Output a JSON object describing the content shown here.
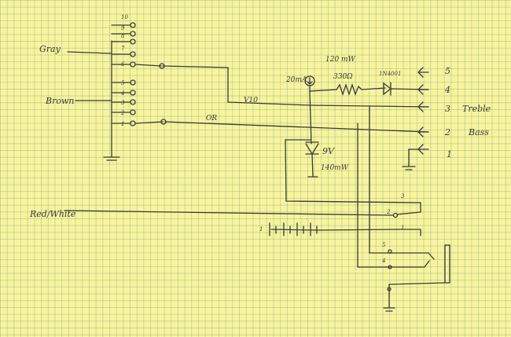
{
  "wires": {
    "gray": "Gray",
    "brown": "Brown",
    "red_white": "Red/White",
    "v10": "V10",
    "or": "OR"
  },
  "components": {
    "current_label": "20mA",
    "power_label": "120 mW",
    "resistor_label": "330Ω",
    "diode_label": "1N4001",
    "zener_voltage": "9V",
    "zener_power": "140mW"
  },
  "rotary_switch": {
    "positions": [
      "10",
      "9",
      "8",
      "7",
      "6",
      "5",
      "4",
      "3",
      "2",
      "1"
    ]
  },
  "outputs": [
    {
      "number": "5",
      "label": ""
    },
    {
      "number": "4",
      "label": ""
    },
    {
      "number": "3",
      "label": "Treble"
    },
    {
      "number": "2",
      "label": "Bass"
    },
    {
      "number": "1",
      "label": ""
    }
  ],
  "switch_b": {
    "positions": [
      "3",
      "2",
      "1"
    ]
  },
  "jack": {
    "terminals": [
      "5",
      "4"
    ]
  },
  "misc": {
    "battery_mark": "1"
  }
}
